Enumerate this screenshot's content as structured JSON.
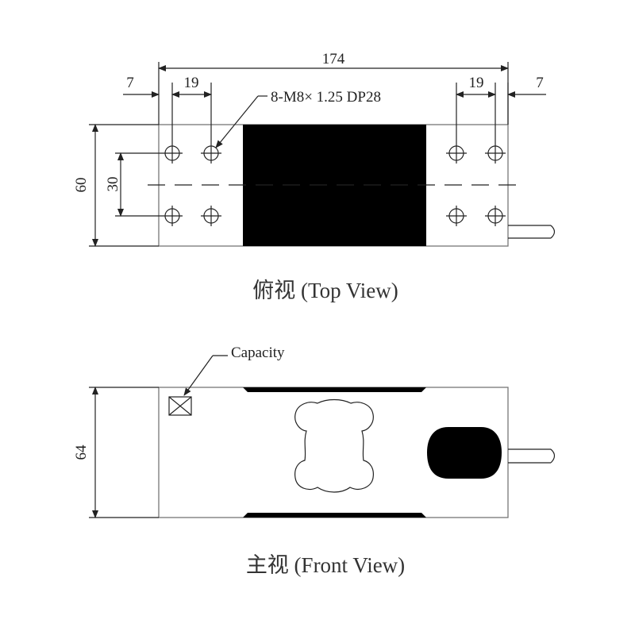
{
  "top_view": {
    "caption": "俯视 (Top View)",
    "dim_overall_length": "174",
    "dim_left_edge": "7",
    "dim_left_pitch": "19",
    "dim_right_pitch": "19",
    "dim_right_edge": "7",
    "dim_width": "60",
    "dim_hole_spacing": "30",
    "hole_callout": "8-M8× 1.25 DP28"
  },
  "front_view": {
    "caption": "主视 (Front View)",
    "dim_height": "64",
    "capacity_label": "Capacity"
  },
  "colors": {
    "line": "#222222",
    "body_outline": "#777777",
    "fill_solid": "#000000",
    "background": "#ffffff"
  }
}
